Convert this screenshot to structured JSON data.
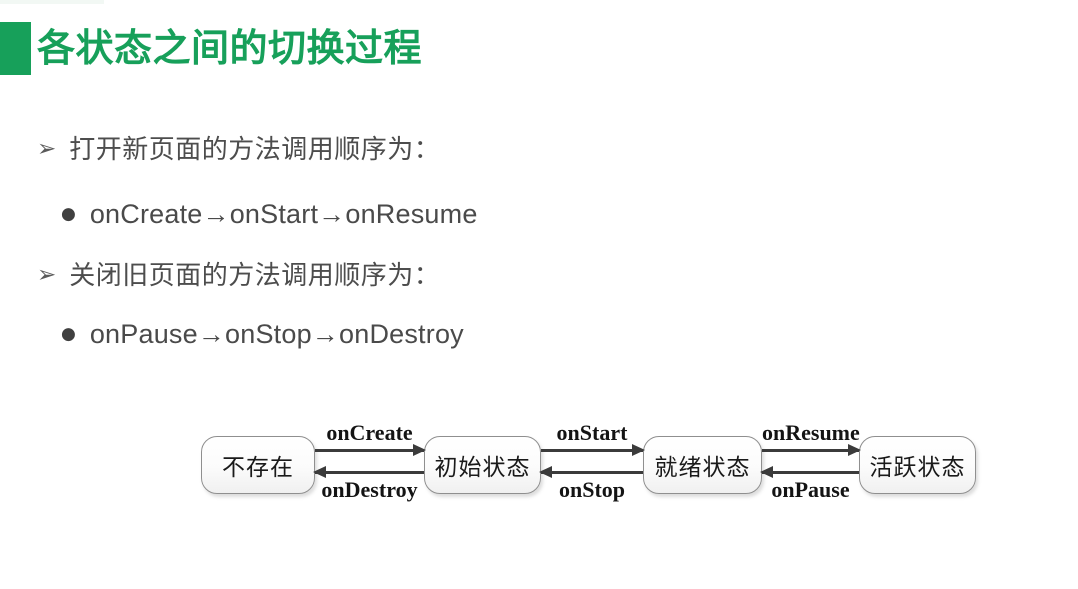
{
  "slide": {
    "title": "各状态之间的切换过程",
    "colors": {
      "accent_green": "#17A05A",
      "body_text": "#4D4D4D",
      "diagram_line": "#3B3B3B",
      "box_border": "#8F8F8F",
      "box_fill": "#FBFBFB"
    },
    "bullets": [
      {
        "marker": "➢",
        "text": "打开新页面的方法调用顺序为：",
        "sub": {
          "marker": "●",
          "text": "onCreate→onStart→onResume"
        }
      },
      {
        "marker": "➢",
        "text": "关闭旧页面的方法调用顺序为：",
        "sub": {
          "marker": "●",
          "text": "onPause→onStop→onDestroy"
        }
      }
    ]
  },
  "diagram": {
    "states": [
      {
        "label": "不存在"
      },
      {
        "label": "初始状态"
      },
      {
        "label": "就绪状态"
      },
      {
        "label": "活跃状态"
      }
    ],
    "transitions": [
      {
        "from": "不存在",
        "to": "初始状态",
        "forward": "onCreate",
        "backward": "onDestroy"
      },
      {
        "from": "初始状态",
        "to": "就绪状态",
        "forward": "onStart",
        "backward": "onStop"
      },
      {
        "from": "就绪状态",
        "to": "活跃状态",
        "forward": "onResume",
        "backward": "onPause"
      }
    ]
  }
}
